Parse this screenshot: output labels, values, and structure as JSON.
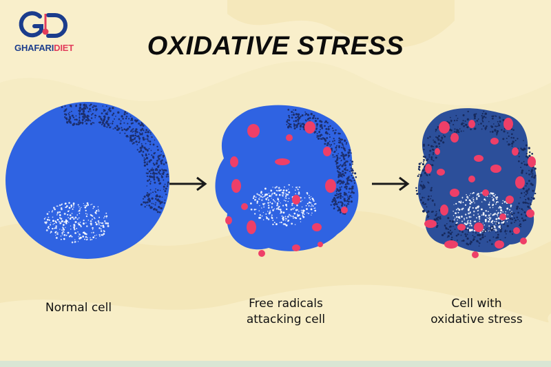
{
  "logo": {
    "text_part1": "GHAFARI",
    "text_part2": "DIET",
    "icon": "gd-monogram-icon"
  },
  "title": "OXIDATIVE STRESS",
  "cells": [
    {
      "label_lines": [
        "Normal cell"
      ],
      "state": "normal"
    },
    {
      "label_lines": [
        "Free radicals",
        "attacking cell"
      ],
      "state": "attacked"
    },
    {
      "label_lines": [
        "Cell with",
        "oxidative stress"
      ],
      "state": "stressed"
    }
  ],
  "arrows": [
    "right-arrow-icon",
    "right-arrow-icon"
  ],
  "colors": {
    "background": "#f6ecc4",
    "cell_blue": "#2f63e2",
    "cell_stressed": "#2c4f9a",
    "radical_pink": "#ee3f68",
    "nucleus_dots": "#ffffff",
    "logo_blue": "#1b3c8c",
    "logo_pink": "#e23c5b"
  }
}
